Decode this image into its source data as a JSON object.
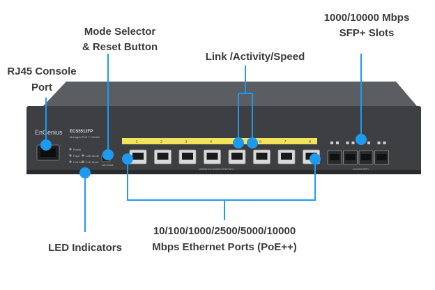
{
  "labels": {
    "console": [
      "RJ45 Console",
      "Port"
    ],
    "mode": [
      "Mode Selector",
      "& Reset Button"
    ],
    "link": [
      "Link /Activity/Speed"
    ],
    "sfp": [
      "1000/10000 Mbps",
      "SFP+ Slots"
    ],
    "led": [
      "LED Indicators"
    ],
    "ports": [
      "10/100/1000/2500/5000/10000",
      "Mbps Ethernet Ports (PoE++)"
    ]
  },
  "device": {
    "brand": "EnGenius",
    "model": "ECS5512FP",
    "subtitle": "Managed PoE++ Switch",
    "port_numbers": [
      "1",
      "2",
      "3",
      "4",
      "5",
      "6",
      "7",
      "8"
    ],
    "port_strip_note": "100M/1G/2.5G/5G/10G/PoE++",
    "sfp_strip_note": "1G/10G SFP+",
    "led_items": [
      "Power",
      "Fault",
      "LAN Mode",
      "PoE Max",
      "PoE Mode"
    ],
    "mode_btn": "LAN Mode"
  },
  "colors": {
    "callout_dot": "#1d9bf0",
    "callout_line": "#1d9bf0",
    "chassis": "#3d3f42",
    "chassis_top": "#55585c",
    "port_strip": "#f2e25c",
    "label_text": "#3a3a3a"
  }
}
